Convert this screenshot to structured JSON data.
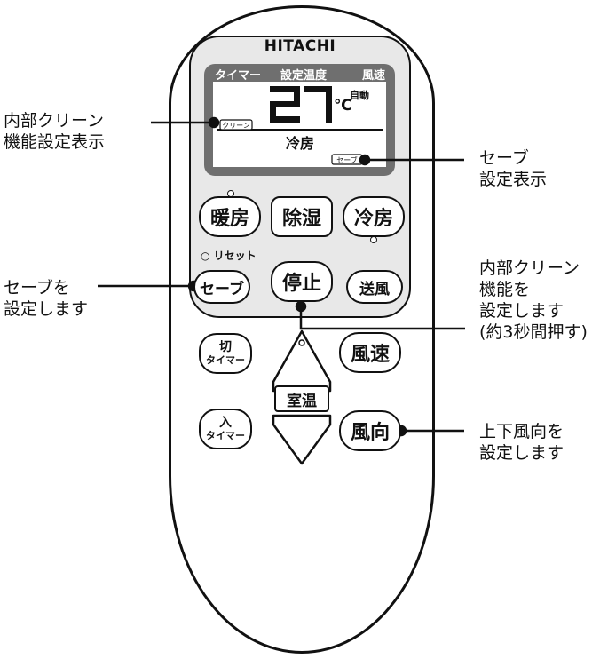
{
  "brand": "HITACHI",
  "display": {
    "timer_label": "タイマー",
    "set_temp_label": "設定温度",
    "fan_speed_label": "風速",
    "temperature": "27",
    "unit": "℃",
    "fan_mode": "自動",
    "clean_tag": "クリーン",
    "mode": "冷房",
    "save_tag": "セーブ"
  },
  "buttons": {
    "heat": "暖房",
    "dehumidify": "除湿",
    "cool": "冷房",
    "reset": "○ リセット",
    "save": "セーブ",
    "stop": "停止",
    "fan": "送風",
    "timer_off_top": "切",
    "timer_off_bottom": "タイマー",
    "fan_speed": "風速",
    "room_temp": "室温",
    "timer_on_top": "入",
    "timer_on_bottom": "タイマー",
    "fan_direction": "風向"
  },
  "callouts": {
    "clean_display": [
      "内部クリーン",
      "機能設定表示"
    ],
    "save_display": [
      "セーブ",
      "設定表示"
    ],
    "save_set": [
      "セーブを",
      "設定します"
    ],
    "clean_set": [
      "内部クリーン",
      "機能を",
      "設定します",
      "(約3秒間押す)"
    ],
    "direction_set": [
      "上下風向を",
      "設定します"
    ]
  }
}
